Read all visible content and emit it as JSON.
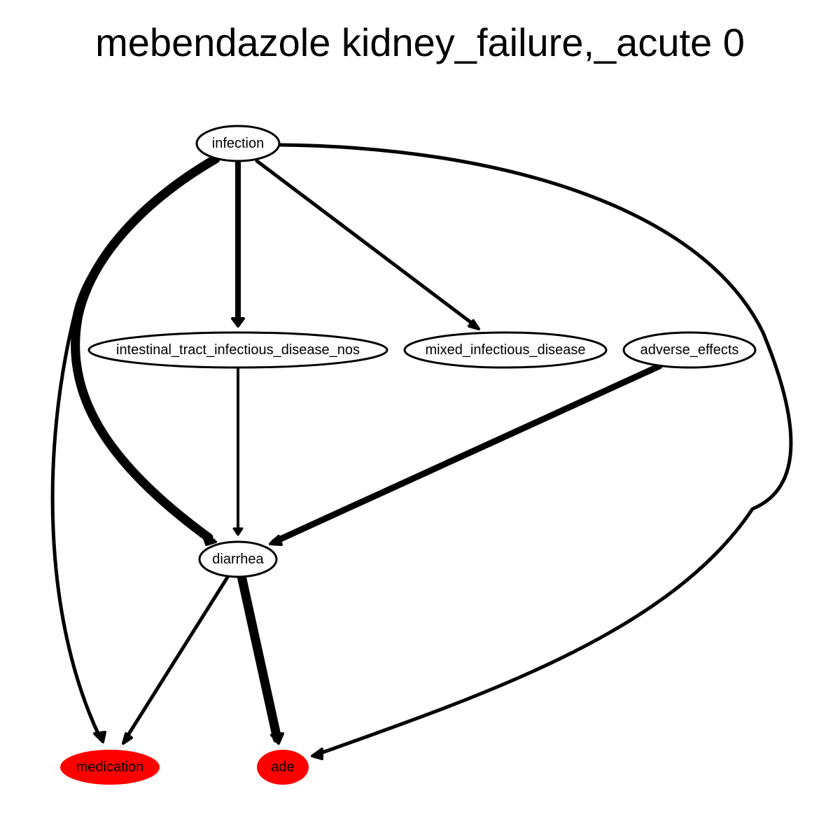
{
  "title": "mebendazole kidney_failure,_acute 0",
  "colors": {
    "node_fill": "#ffffff",
    "highlight_fill": "#ff0000",
    "stroke": "#000000"
  },
  "nodes": {
    "infection": "infection",
    "intestinal": "intestinal_tract_infectious_disease_nos",
    "mixed": "mixed_infectious_disease",
    "adverse": "adverse_effects",
    "diarrhea": "diarrhea",
    "medication": "medication",
    "ade": "ade"
  }
}
